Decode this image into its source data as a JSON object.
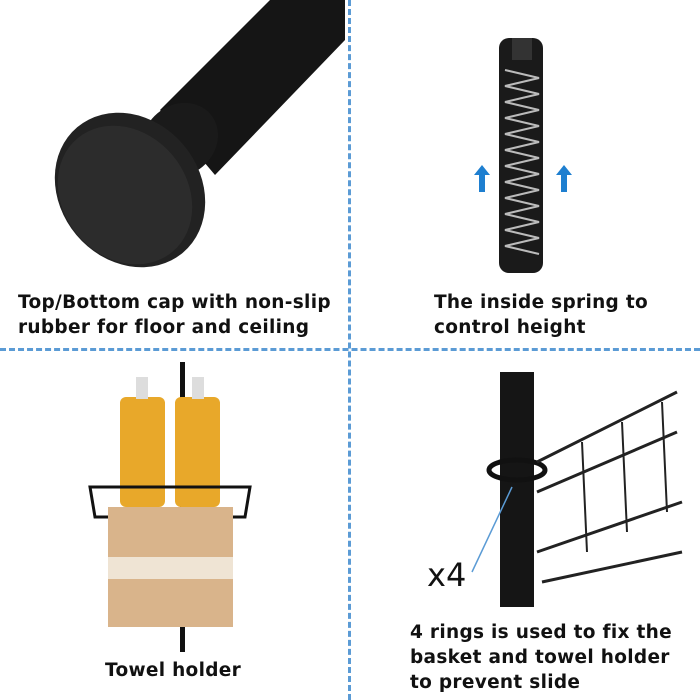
{
  "panels": [
    {
      "caption_lines": [
        "Top/Bottom cap with non-slip",
        "rubber for floor and ceiling"
      ]
    },
    {
      "caption_lines": [
        "The inside spring to",
        "control height"
      ]
    },
    {
      "caption_lines": [
        "Towel holder"
      ]
    },
    {
      "caption_lines": [
        "4 rings is used to fix the",
        "basket and towel holder",
        "to prevent slide"
      ],
      "quantity_label": "x4"
    }
  ],
  "colors": {
    "divider": "#5b9bd5",
    "arrow": "#1e7fd0",
    "pole": "#111111"
  }
}
